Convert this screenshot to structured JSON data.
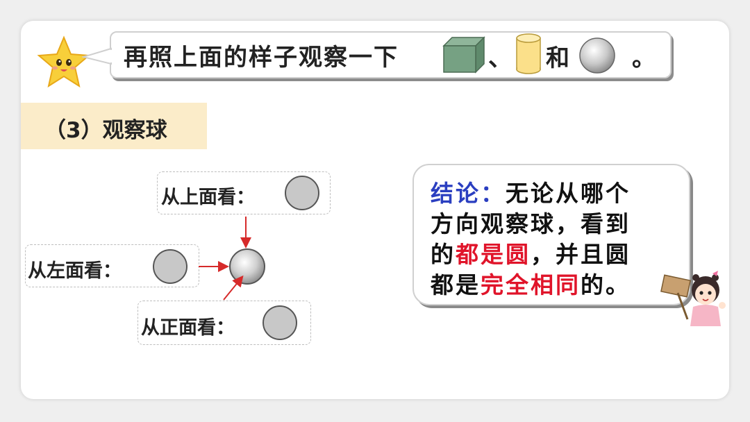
{
  "banner": {
    "text_before": "再照上面的样子观察一下",
    "sep_1": "、",
    "text_and": "和",
    "text_end": "。",
    "icons": [
      "cube-icon",
      "cylinder-icon",
      "sphere-icon"
    ]
  },
  "section": {
    "label": "（3）观察球"
  },
  "views": {
    "top": "从上面看：",
    "left": "从左面看：",
    "front": "从正面看："
  },
  "conclusion": {
    "label": "结论：",
    "line1_rest": "无论从哪个",
    "line2": "方向观察球，看到",
    "line3_a": "的",
    "line3_red": "都是圆",
    "line3_b": "，并且圆",
    "line4_a": "都是",
    "line4_red": "完全相同",
    "line4_b": "的。"
  },
  "colors": {
    "label_blue": "#2a3ec0",
    "highlight_red": "#e0142a",
    "chip_bg": "#fbecc9",
    "arrow": "#d62a2a"
  }
}
